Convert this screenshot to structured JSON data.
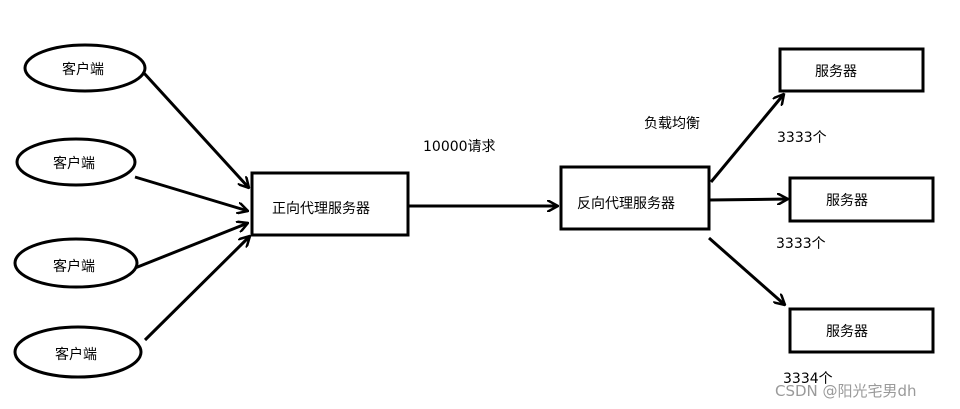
{
  "clients": [
    "客户端",
    "客户端",
    "客户端",
    "客户端"
  ],
  "forward_proxy": "正向代理服务器",
  "request_label": "10000请求",
  "reverse_proxy": "反向代理服务器",
  "load_balance_label": "负载均衡",
  "servers": [
    {
      "label": "服务器",
      "count": "3333个"
    },
    {
      "label": "服务器",
      "count": "3333个"
    },
    {
      "label": "服务器",
      "count": "3334个"
    }
  ],
  "watermark": "CSDN @阳光宅男dh",
  "colors": {
    "stroke": "#000000",
    "watermark": "#9a9a9a"
  }
}
